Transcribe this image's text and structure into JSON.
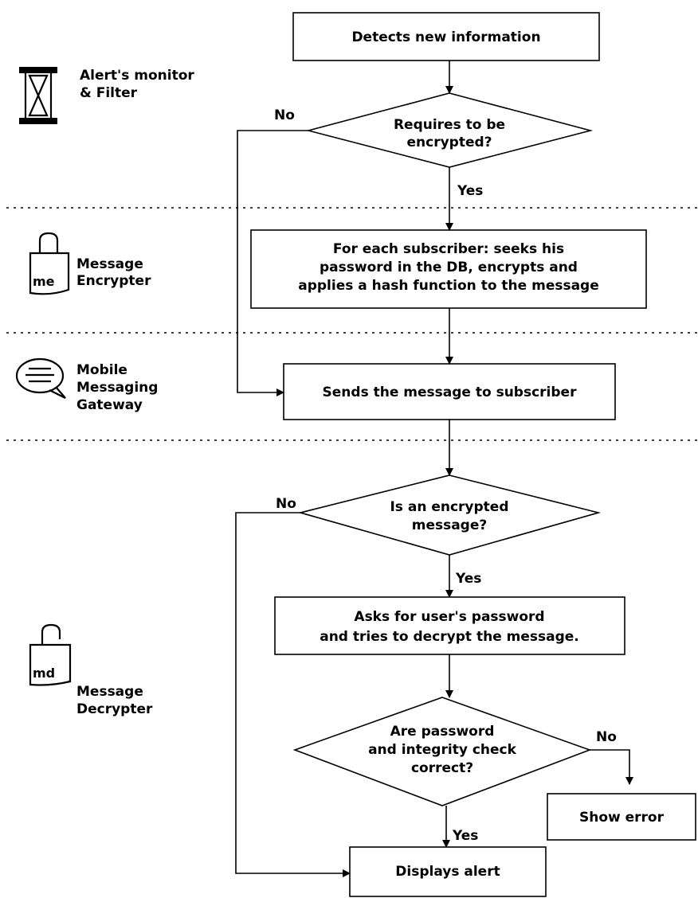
{
  "swimlanes": [
    {
      "name_line1": "Alert's monitor",
      "name_line2": "& Filter",
      "icon": "hourglass-icon"
    },
    {
      "name_line1": "Message",
      "name_line2": "Encrypter",
      "icon": "lock-closed-icon",
      "icon_text": "me"
    },
    {
      "name_line1": "Mobile",
      "name_line2": "Messaging",
      "name_line3": "Gateway",
      "icon": "speech-bubble-icon"
    },
    {
      "name_line1": "Message",
      "name_line2": "Decrypter",
      "icon": "lock-open-icon",
      "icon_text": "md"
    }
  ],
  "nodes": {
    "detect": {
      "line1": "Detects new information"
    },
    "requires_encrypt": {
      "line1": "Requires to be",
      "line2": "encrypted?"
    },
    "encrypt_step": {
      "line1": "For each subscriber: seeks his",
      "line2": "password in the DB, encrypts and",
      "line3": "applies a hash function to the message"
    },
    "send": {
      "line1": "Sends the message to subscriber"
    },
    "is_encrypted": {
      "line1": "Is an encrypted",
      "line2": "message?"
    },
    "ask_password": {
      "line1": "Asks for user's password",
      "line2": "and tries to decrypt the message."
    },
    "check": {
      "line1": "Are password",
      "line2": "and integrity check",
      "line3": "correct?"
    },
    "show_error": {
      "line1": "Show error"
    },
    "display": {
      "line1": "Displays alert"
    }
  },
  "edge_labels": {
    "no_1": "No",
    "yes_1": "Yes",
    "no_2": "No",
    "yes_2": "Yes",
    "no_3": "No",
    "yes_3": "Yes"
  }
}
